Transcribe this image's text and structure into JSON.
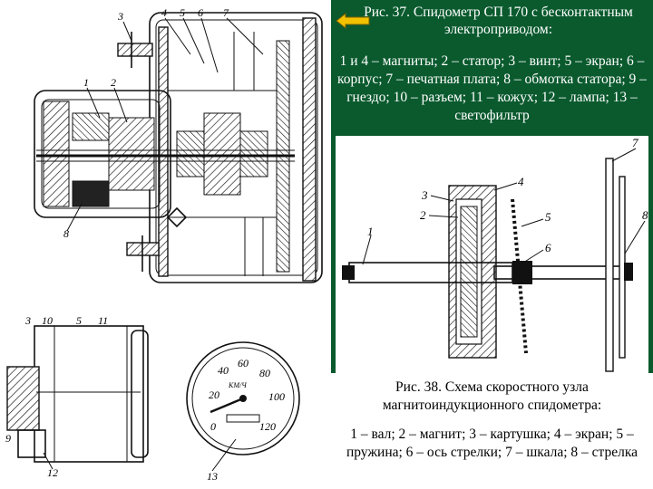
{
  "fig37": {
    "title": "Рис. 37. Спидометр СП 170 с бесконтактным электроприводом:",
    "legend": "1 и 4 – магниты; 2 – статор; 3 – винт; 5 – экран; 6 – корпус; 7 – печатная плата; 8 – обмотка статора; 9 – гнездо; 10 – разъем; 11 – кожух; 12 – лампа; 13 – светофильтр",
    "callouts_top": [
      "3",
      "4",
      "5",
      "6",
      "7",
      "1",
      "2",
      "8"
    ],
    "callouts_bottom": [
      "3",
      "10",
      "5",
      "11",
      "9",
      "12",
      "13"
    ]
  },
  "fig38": {
    "title": "Рис. 38.   Схема скоростного узла магнитоиндукционного спидометра:",
    "legend": "1 – вал; 2 – магнит; 3 – картушка; 4 – экран; 5 – пружина; 6 – ось стрелки; 7 – шкала; 8 – стрелка",
    "callouts": [
      "7",
      "4",
      "3",
      "2",
      "5",
      "1",
      "6",
      "8"
    ]
  },
  "dial": {
    "scale": [
      "0",
      "20",
      "40",
      "60",
      "80",
      "100",
      "120"
    ],
    "unit": "КМ/Ч"
  },
  "colors": {
    "panel_bg": "#0a5a2e",
    "panel_text": "#ffffff",
    "nav_button": "#f2c200"
  },
  "icons": {
    "back": "left-arrow-icon"
  }
}
